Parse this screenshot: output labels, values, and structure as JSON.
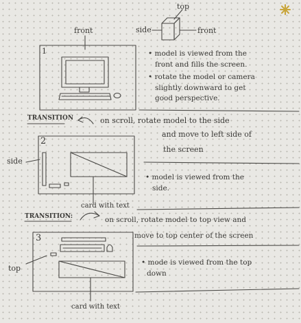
{
  "cube": {
    "top": "top",
    "side": "side",
    "front": "front"
  },
  "panel1": {
    "number": "1",
    "label": "front",
    "notes": [
      "• model is viewed from the",
      "front and fills the screen.",
      "• rotate the model or camera",
      "slightly downward to get",
      "good perspective."
    ]
  },
  "transition1": {
    "label": "TRANSITION",
    "text": [
      "on scroll, rotate model to the side",
      "and move to left side of",
      "the screen"
    ]
  },
  "panel2": {
    "number": "2",
    "side_label": "side",
    "card_label": "card with text",
    "notes": [
      "• model is viewed from the",
      "side."
    ]
  },
  "transition2": {
    "label": "TRANSITION:",
    "text": [
      "on scroll, rotate model to top view and",
      "move to top center of the screen"
    ]
  },
  "panel3": {
    "number": "3",
    "top_label": "top",
    "card_label": "card with text",
    "notes": [
      "• mode is viewed from the top",
      "down"
    ]
  },
  "colors": {
    "paper": "#e9e8e4",
    "pencil": "#3a3936",
    "logo": "#c8a53a"
  }
}
